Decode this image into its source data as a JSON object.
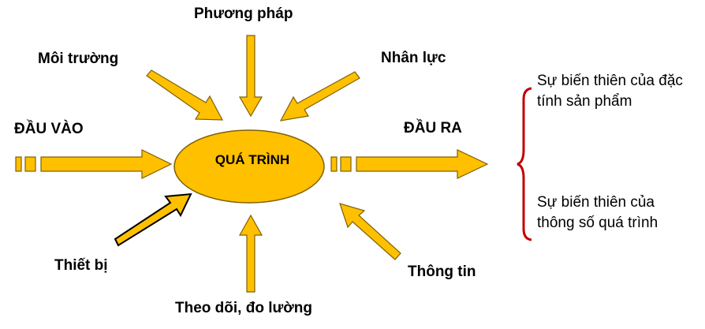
{
  "diagram": {
    "center": "QUÁ TRÌNH",
    "inputs": {
      "dau_vao": "ĐẦU VÀO",
      "moi_truong": "Môi trường",
      "phuong_phap": "Phương pháp",
      "nhan_luc": "Nhân lực",
      "thiet_bi": "Thiết bị",
      "theo_doi": "Theo dõi, đo lường",
      "thong_tin": "Thông tin"
    },
    "output": "ĐẦU RA",
    "notes": {
      "note1": "Sự biến thiên của đặc tính sản phẩm",
      "note2": "Sự biến thiên của thông số quá trình"
    },
    "colors": {
      "arrow_fill": "#FFC000",
      "arrow_stroke": "#806000",
      "brace": "#C00000"
    }
  }
}
